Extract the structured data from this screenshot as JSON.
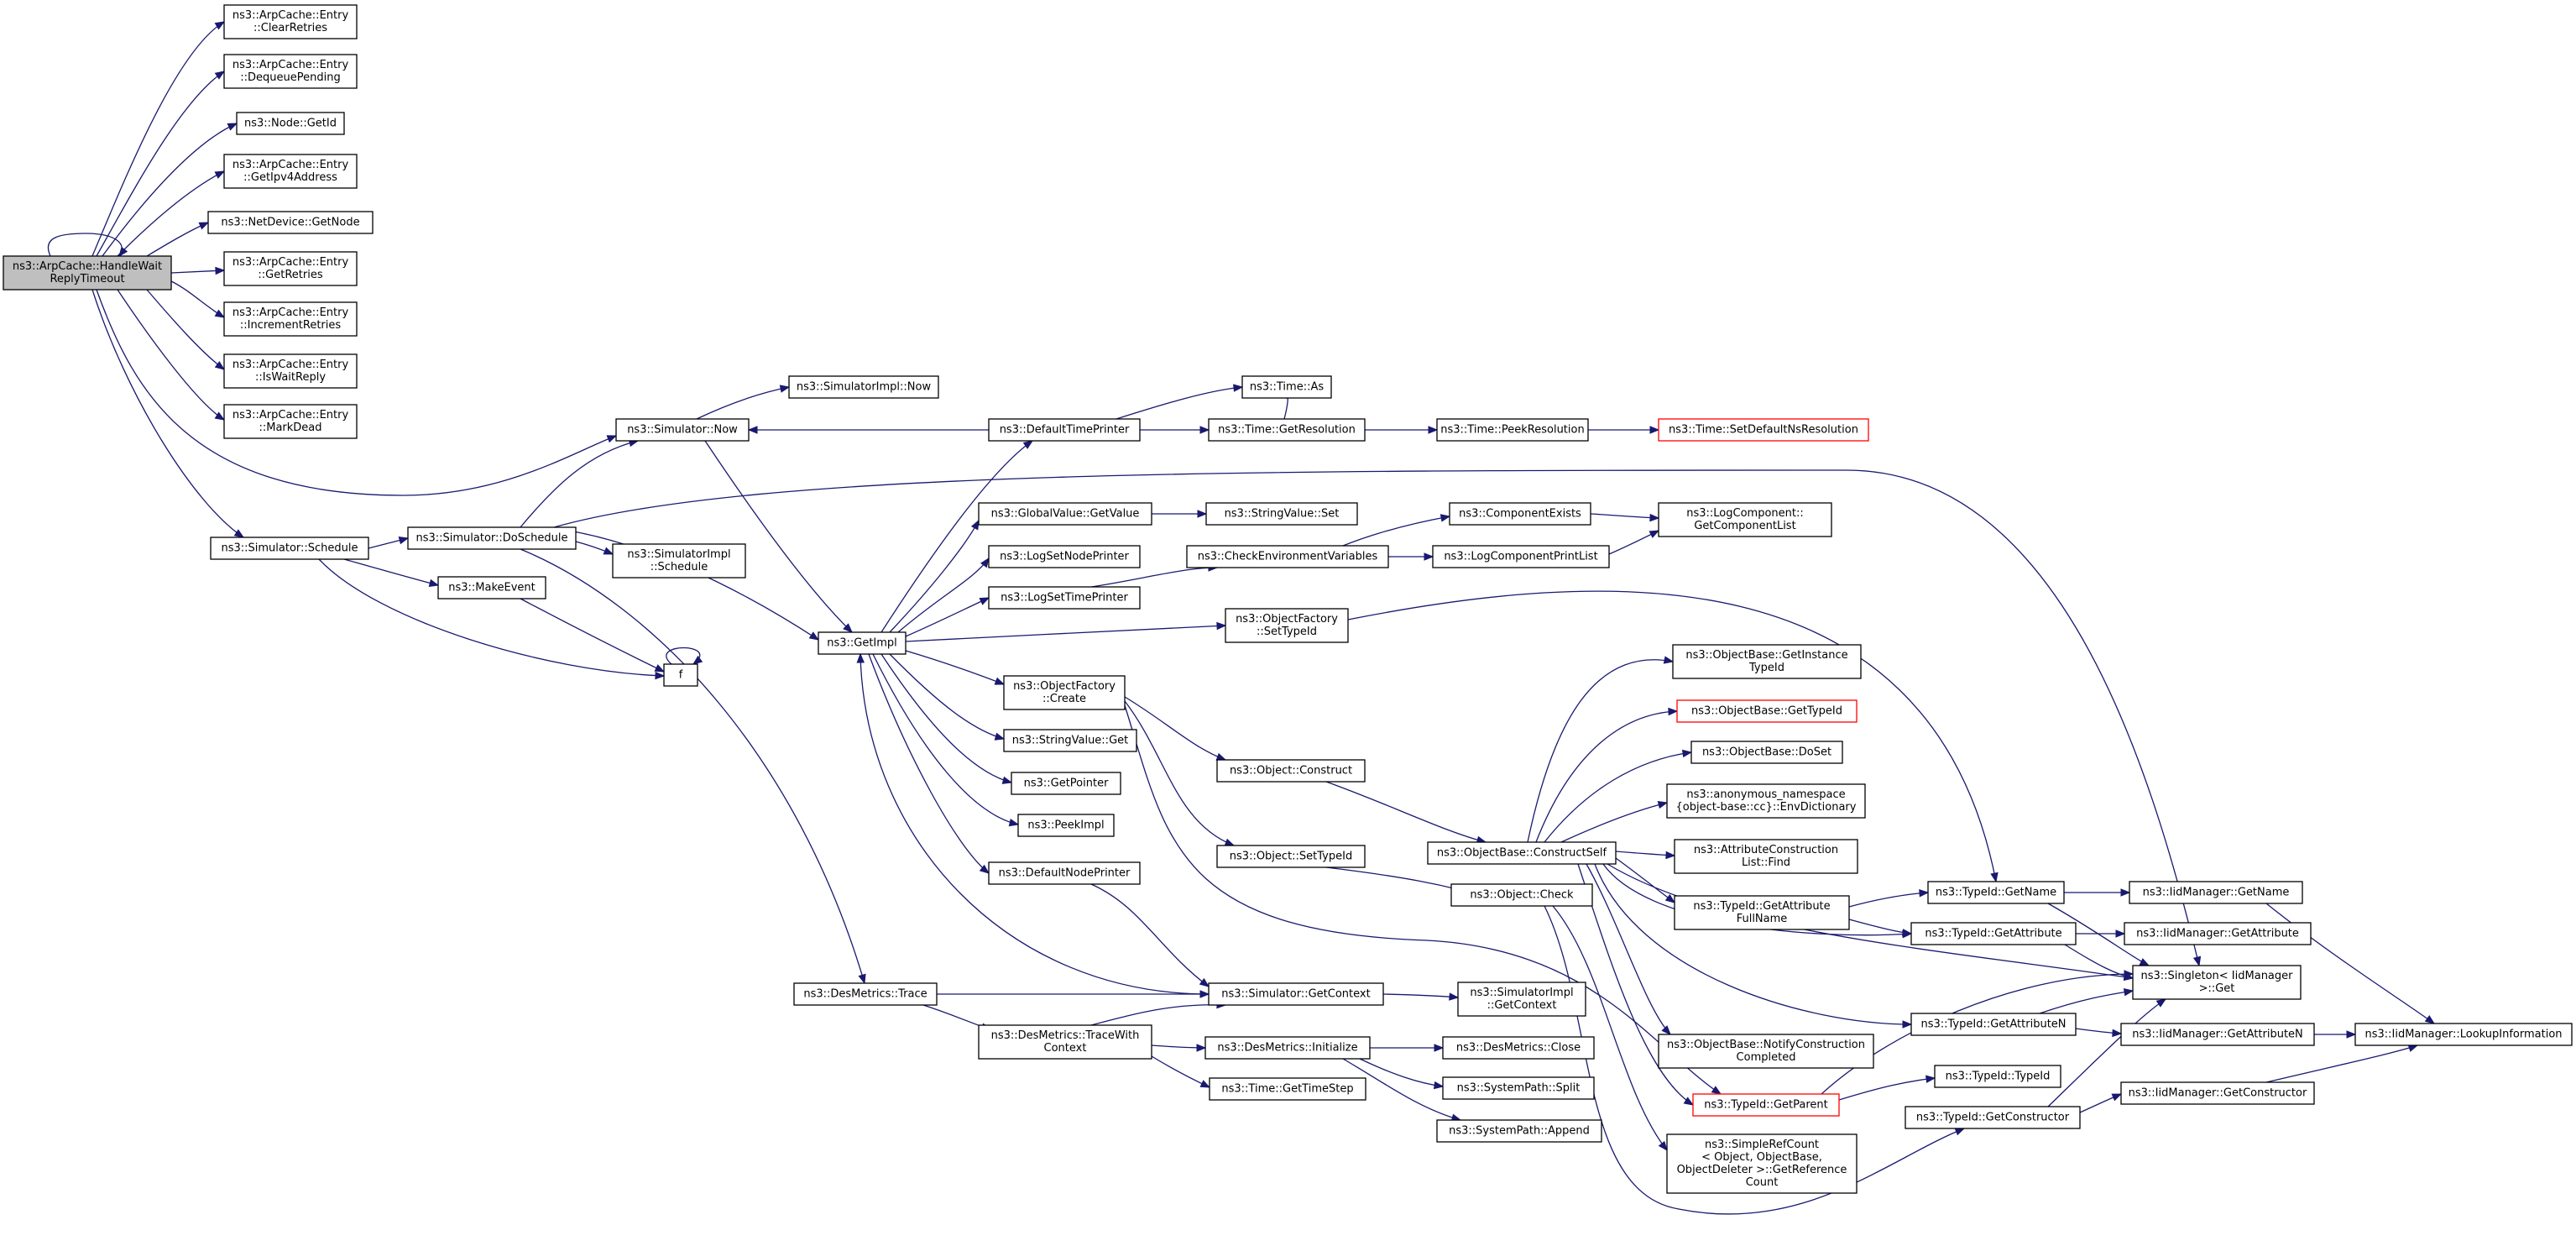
{
  "graph": {
    "title": "",
    "colors": {
      "edge": "#191970",
      "root_fill": "#bfbfbf",
      "truncated_border": "#ff0000",
      "border": "#000000"
    },
    "nodes": [
      {
        "id": "root",
        "lines": [
          "ns3::ArpCache::HandleWait",
          "ReplyTimeout"
        ],
        "style": "root"
      },
      {
        "id": "clearRetries",
        "lines": [
          "ns3::ArpCache::Entry",
          "::ClearRetries"
        ]
      },
      {
        "id": "dequeuePending",
        "lines": [
          "ns3::ArpCache::Entry",
          "::DequeuePending"
        ]
      },
      {
        "id": "nodeGetId",
        "lines": [
          "ns3::Node::GetId"
        ]
      },
      {
        "id": "getIpv4",
        "lines": [
          "ns3::ArpCache::Entry",
          "::GetIpv4Address"
        ]
      },
      {
        "id": "netDevGetNode",
        "lines": [
          "ns3::NetDevice::GetNode"
        ]
      },
      {
        "id": "getRetries",
        "lines": [
          "ns3::ArpCache::Entry",
          "::GetRetries"
        ]
      },
      {
        "id": "incRetries",
        "lines": [
          "ns3::ArpCache::Entry",
          "::IncrementRetries"
        ]
      },
      {
        "id": "isWaitReply",
        "lines": [
          "ns3::ArpCache::Entry",
          "::IsWaitReply"
        ]
      },
      {
        "id": "markDead",
        "lines": [
          "ns3::ArpCache::Entry",
          "::MarkDead"
        ]
      },
      {
        "id": "simNow",
        "lines": [
          "ns3::Simulator::Now"
        ]
      },
      {
        "id": "simImplNow",
        "lines": [
          "ns3::SimulatorImpl::Now"
        ]
      },
      {
        "id": "simSchedule",
        "lines": [
          "ns3::Simulator::Schedule"
        ]
      },
      {
        "id": "doSchedule",
        "lines": [
          "ns3::Simulator::DoSchedule"
        ]
      },
      {
        "id": "simImplSchedule",
        "lines": [
          "ns3::SimulatorImpl",
          "::Schedule"
        ]
      },
      {
        "id": "makeEvent",
        "lines": [
          "ns3::MakeEvent"
        ]
      },
      {
        "id": "f",
        "lines": [
          "f"
        ]
      },
      {
        "id": "getImpl",
        "lines": [
          "ns3::GetImpl"
        ]
      },
      {
        "id": "desTrace",
        "lines": [
          "ns3::DesMetrics::Trace"
        ]
      },
      {
        "id": "defTimePrinter",
        "lines": [
          "ns3::DefaultTimePrinter"
        ]
      },
      {
        "id": "timeAs",
        "lines": [
          "ns3::Time::As"
        ]
      },
      {
        "id": "timeGetRes",
        "lines": [
          "ns3::Time::GetResolution"
        ]
      },
      {
        "id": "timePeekRes",
        "lines": [
          "ns3::Time::PeekResolution"
        ]
      },
      {
        "id": "setDefNs",
        "lines": [
          "ns3::Time::SetDefaultNsResolution"
        ],
        "style": "trunc"
      },
      {
        "id": "gvGetValue",
        "lines": [
          "ns3::GlobalValue::GetValue"
        ]
      },
      {
        "id": "strValSet",
        "lines": [
          "ns3::StringValue::Set"
        ]
      },
      {
        "id": "logSetNode",
        "lines": [
          "ns3::LogSetNodePrinter"
        ]
      },
      {
        "id": "logSetTime",
        "lines": [
          "ns3::LogSetTimePrinter"
        ]
      },
      {
        "id": "checkEnv",
        "lines": [
          "ns3::CheckEnvironmentVariables"
        ]
      },
      {
        "id": "compExists",
        "lines": [
          "ns3::ComponentExists"
        ]
      },
      {
        "id": "logCompPrint",
        "lines": [
          "ns3::LogComponentPrintList"
        ]
      },
      {
        "id": "logCompGetList",
        "lines": [
          "ns3::LogComponent::",
          "GetComponentList"
        ]
      },
      {
        "id": "ofSetTypeId",
        "lines": [
          "ns3::ObjectFactory",
          "::SetTypeId"
        ]
      },
      {
        "id": "ofCreate",
        "lines": [
          "ns3::ObjectFactory",
          "::Create"
        ]
      },
      {
        "id": "strValGet",
        "lines": [
          "ns3::StringValue::Get"
        ]
      },
      {
        "id": "getPointer",
        "lines": [
          "ns3::GetPointer"
        ]
      },
      {
        "id": "peekImpl",
        "lines": [
          "ns3::PeekImpl"
        ]
      },
      {
        "id": "defNodePrinter",
        "lines": [
          "ns3::DefaultNodePrinter"
        ]
      },
      {
        "id": "objConstruct",
        "lines": [
          "ns3::Object::Construct"
        ]
      },
      {
        "id": "objSetTypeId",
        "lines": [
          "ns3::Object::SetTypeId"
        ]
      },
      {
        "id": "obConstructSelf",
        "lines": [
          "ns3::ObjectBase::ConstructSelf"
        ]
      },
      {
        "id": "objCheck",
        "lines": [
          "ns3::Object::Check"
        ]
      },
      {
        "id": "obGetInstTid",
        "lines": [
          "ns3::ObjectBase::GetInstance",
          "TypeId"
        ]
      },
      {
        "id": "obGetTid",
        "lines": [
          "ns3::ObjectBase::GetTypeId"
        ],
        "style": "trunc"
      },
      {
        "id": "obDoSet",
        "lines": [
          "ns3::ObjectBase::DoSet"
        ]
      },
      {
        "id": "envDict",
        "lines": [
          "ns3::anonymous_namespace",
          "{object-base::cc}::EnvDictionary"
        ]
      },
      {
        "id": "acListFind",
        "lines": [
          "ns3::AttributeConstruction",
          "List::Find"
        ]
      },
      {
        "id": "tidGetAttrFull",
        "lines": [
          "ns3::TypeId::GetAttribute",
          "FullName"
        ]
      },
      {
        "id": "tidGetName",
        "lines": [
          "ns3::TypeId::GetName"
        ]
      },
      {
        "id": "tidGetAttr",
        "lines": [
          "ns3::TypeId::GetAttribute"
        ]
      },
      {
        "id": "tidGetAttrN",
        "lines": [
          "ns3::TypeId::GetAttributeN"
        ]
      },
      {
        "id": "tidTypeId",
        "lines": [
          "ns3::TypeId::TypeId"
        ]
      },
      {
        "id": "tidGetConstructor",
        "lines": [
          "ns3::TypeId::GetConstructor"
        ]
      },
      {
        "id": "obNotify",
        "lines": [
          "ns3::ObjectBase::NotifyConstruction",
          "Completed"
        ]
      },
      {
        "id": "tidGetParent",
        "lines": [
          "ns3::TypeId::GetParent"
        ],
        "style": "trunc"
      },
      {
        "id": "srcGetRef",
        "lines": [
          "ns3::SimpleRefCount",
          "< Object, ObjectBase,",
          "ObjectDeleter >::GetReference",
          "Count"
        ]
      },
      {
        "id": "simGetContext",
        "lines": [
          "ns3::Simulator::GetContext"
        ]
      },
      {
        "id": "simImplGetContext",
        "lines": [
          "ns3::SimulatorImpl",
          "::GetContext"
        ]
      },
      {
        "id": "desTraceWith",
        "lines": [
          "ns3::DesMetrics::TraceWith",
          "Context"
        ]
      },
      {
        "id": "desInit",
        "lines": [
          "ns3::DesMetrics::Initialize"
        ]
      },
      {
        "id": "desClose",
        "lines": [
          "ns3::DesMetrics::Close"
        ]
      },
      {
        "id": "spSplit",
        "lines": [
          "ns3::SystemPath::Split"
        ]
      },
      {
        "id": "spAppend",
        "lines": [
          "ns3::SystemPath::Append"
        ]
      },
      {
        "id": "timeGetStep",
        "lines": [
          "ns3::Time::GetTimeStep"
        ]
      },
      {
        "id": "imGetName",
        "lines": [
          "ns3::IidManager::GetName"
        ]
      },
      {
        "id": "imGetAttr",
        "lines": [
          "ns3::IidManager::GetAttribute"
        ]
      },
      {
        "id": "singletonGet",
        "lines": [
          "ns3::Singleton< IidManager",
          ">::Get"
        ]
      },
      {
        "id": "imGetAttrN",
        "lines": [
          "ns3::IidManager::GetAttributeN"
        ]
      },
      {
        "id": "imLookup",
        "lines": [
          "ns3::IidManager::LookupInformation"
        ]
      },
      {
        "id": "imGetConstructor",
        "lines": [
          "ns3::IidManager::GetConstructor"
        ]
      }
    ]
  }
}
